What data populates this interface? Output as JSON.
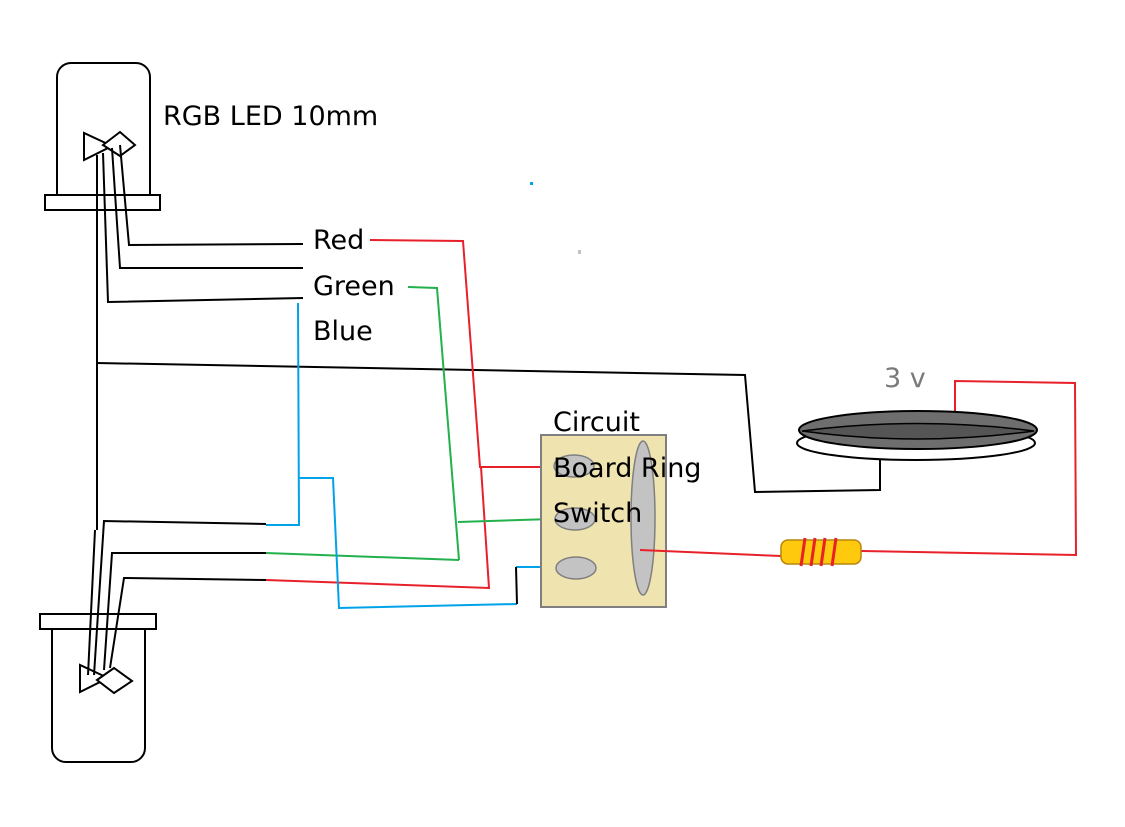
{
  "labels": {
    "led_title": "RGB LED 10mm",
    "wire_red": "Red",
    "wire_green": "Green",
    "wire_blue": "Blue",
    "switch_line1": "Circuit",
    "switch_line2": "Board Ring",
    "switch_line3": "Switch",
    "battery": "3 v"
  },
  "colors": {
    "wire_black": "#000000",
    "wire_red": "#e8202a",
    "wire_green": "#22b14c",
    "wire_blue": "#00a2e8",
    "switch_fill": "#efe4b0",
    "switch_border": "#7f7f7f",
    "switch_contact": "#c3c3c3",
    "battery_top": "#6e6e6e",
    "resistor_body": "#ffc90e",
    "resistor_band": "#e8202a",
    "label_battery": "#7a7a7a"
  },
  "icons": {
    "led_top": "rgb-led-icon",
    "led_bottom": "rgb-led-icon",
    "battery": "coin-cell-battery-icon",
    "resistor": "resistor-icon",
    "switch": "ring-switch-icon"
  }
}
